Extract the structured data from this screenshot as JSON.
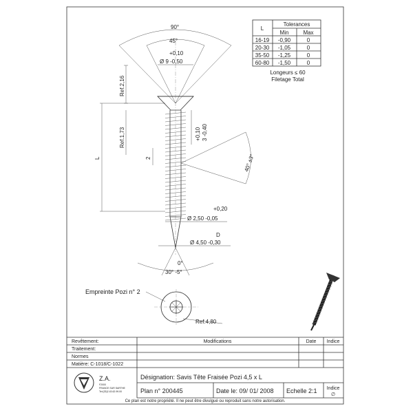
{
  "tolerance_table": {
    "head_L": "L",
    "head_tol": "Tolerances",
    "head_min": "Min",
    "head_max": "Max",
    "rows": [
      {
        "range": "16-19",
        "min": "-0,90",
        "max": "0"
      },
      {
        "range": "20-30",
        "min": "-1,05",
        "max": "0"
      },
      {
        "range": "35-50",
        "min": "-1,25",
        "max": "0"
      },
      {
        "range": "60-80",
        "min": "-1,50",
        "max": "0"
      }
    ],
    "note1": "Longeurs ≤ 60",
    "note2": "Filetage Total"
  },
  "dims": {
    "angle90": "90°",
    "angle45": "45°",
    "head_tol_plus": "+0,10",
    "head_dia": "Ø 9 -0,50",
    "ref216": "Ref.2,16",
    "ref173": "Ref.1,73",
    "L": "L",
    "pitch": "2",
    "thread_tol_plus": "+0,10",
    "thread_tol": "3 -0,40",
    "angle40": "40° ±3°",
    "core_tol_plus": "+0,20",
    "core_dia": "Ø 2,50 -0,05",
    "D": "D",
    "outer_dia": "Ø 4,50 -0,30",
    "tip_angle0": "0°",
    "tip_angle30": "30° -5°",
    "pozi": "Empreinte Pozi n° 2",
    "ref480": "Ref.4,80"
  },
  "title_block": {
    "revetement": "Revêtement:",
    "modifications": "Modifications",
    "date": "Date",
    "indice": "Indice",
    "traitement": "Traitement:",
    "normes": "Normes",
    "matiere": "Matière: C-1018/C-1022",
    "logo_text": "Z.A.",
    "logo_sub1": "F2000",
    "logo_sub2": "FRANCE SUR SARTHE",
    "logo_sub3": "Tel:(33)2.43.62.99.00",
    "designation": "Désignation: Savis Tête Fraisée Pozi  4,5 x L",
    "plan": "Plan n° 200445",
    "date_le": "Date le: 09/ 01/ 2008",
    "echelle": "Echelle 2:1",
    "indice2": "Indice",
    "indice_val": "∅",
    "footer": "Ce plan est notre propriété. Il ne peut être divulgué ou reproduit sans notre autorisation."
  }
}
